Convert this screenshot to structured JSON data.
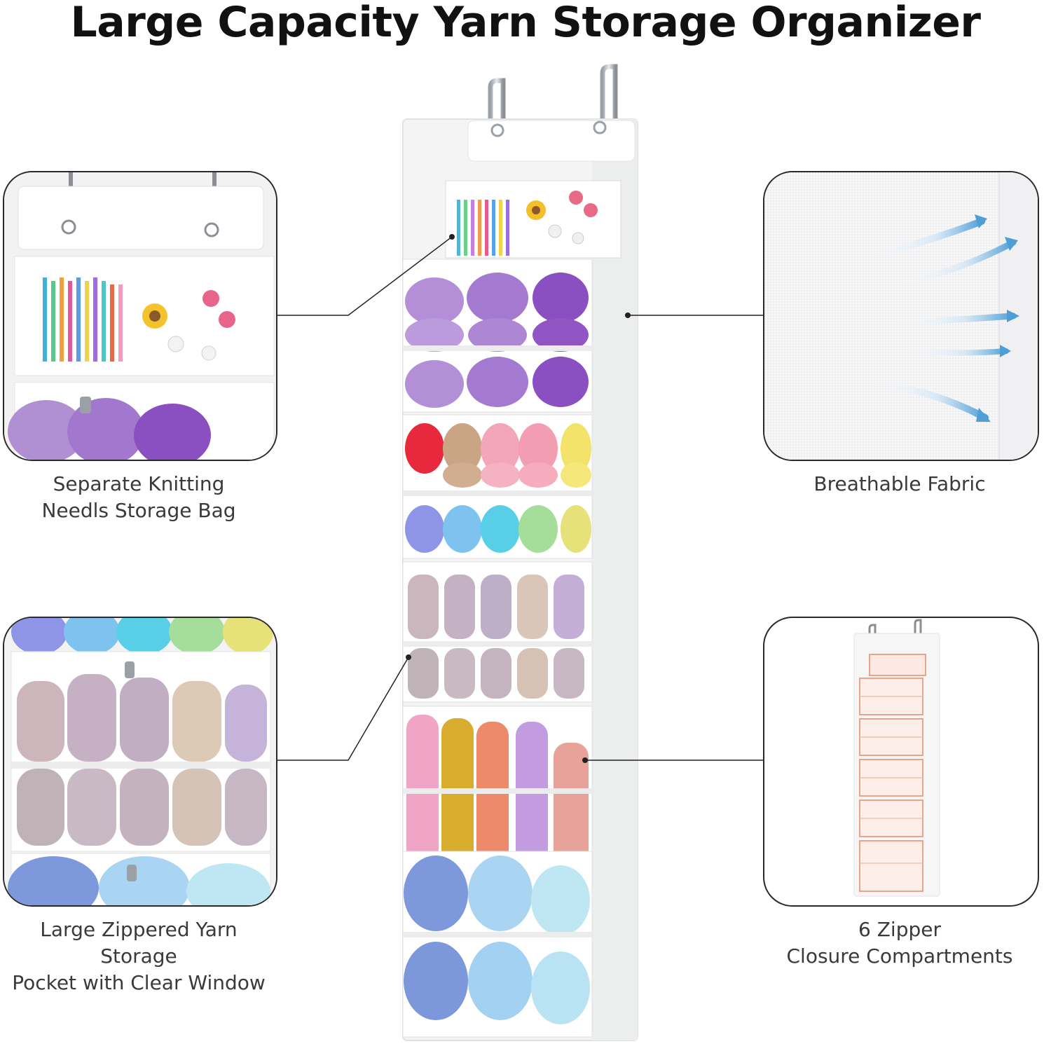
{
  "title": "Large Capacity Yarn Storage Organizer",
  "features": [
    {
      "line1": "Separate Knitting",
      "line2": "Needls Storage Bag"
    },
    {
      "line1": "Breathable Fabric",
      "line2": ""
    },
    {
      "line1": "Large Zippered Yarn Storage",
      "line2": "Pocket with Clear Window"
    },
    {
      "line1": "6 Zipper",
      "line2": "Closure Compartments"
    }
  ],
  "colors": {
    "lavender": "#b28fd6",
    "purple": "#8a4fc0",
    "red": "#e8283c",
    "tan": "#c9a485",
    "pink": "#f2a6b8",
    "yellow": "#f4e36a",
    "periwinkle": "#8e95e6",
    "skyblue": "#7ec3ef",
    "cyan": "#58cfe6",
    "mint": "#a5dd9a",
    "mustard": "#d8ad2e",
    "coral": "#ec8a6a",
    "rose": "#e7a39a",
    "cornflower": "#7d98db",
    "ice": "#bfe7f3"
  }
}
